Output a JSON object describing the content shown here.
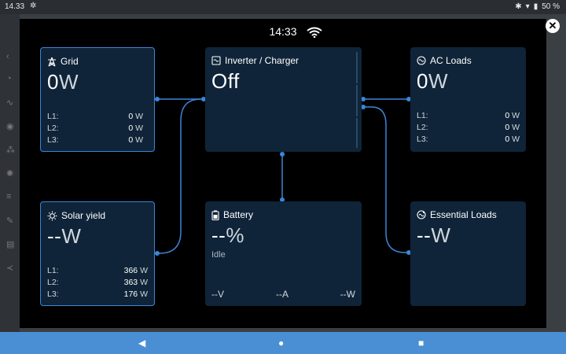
{
  "status_bar": {
    "time": "14.33",
    "battery": "50 %"
  },
  "overlay": {
    "clock": "14:33"
  },
  "tiles": {
    "grid": {
      "title": "Grid",
      "value": "0",
      "unit": "W",
      "phases": [
        {
          "label": "L1:",
          "value": "0",
          "unit": "W"
        },
        {
          "label": "L2:",
          "value": "0",
          "unit": "W"
        },
        {
          "label": "L3:",
          "value": "0",
          "unit": "W"
        }
      ]
    },
    "inverter": {
      "title": "Inverter / Charger",
      "value": "Off"
    },
    "ac_loads": {
      "title": "AC Loads",
      "value": "0",
      "unit": "W",
      "phases": [
        {
          "label": "L1:",
          "value": "0",
          "unit": "W"
        },
        {
          "label": "L2:",
          "value": "0",
          "unit": "W"
        },
        {
          "label": "L3:",
          "value": "0",
          "unit": "W"
        }
      ]
    },
    "solar": {
      "title": "Solar yield",
      "value": "--",
      "unit": "W",
      "phases": [
        {
          "label": "L1:",
          "value": "366",
          "unit": "W"
        },
        {
          "label": "L2:",
          "value": "363",
          "unit": "W"
        },
        {
          "label": "L3:",
          "value": "176",
          "unit": "W"
        }
      ]
    },
    "battery": {
      "title": "Battery",
      "value": "--",
      "unit": "%",
      "state": "Idle",
      "voltage": "--V",
      "current": "--A",
      "power": "--W"
    },
    "essential": {
      "title": "Essential Loads",
      "value": "--",
      "unit": "W"
    }
  },
  "colors": {
    "tile_bg": "#0f2438",
    "wire": "#3a86d8",
    "selected_border": "#3a86d8",
    "nav_bar": "#4a8fd4"
  }
}
